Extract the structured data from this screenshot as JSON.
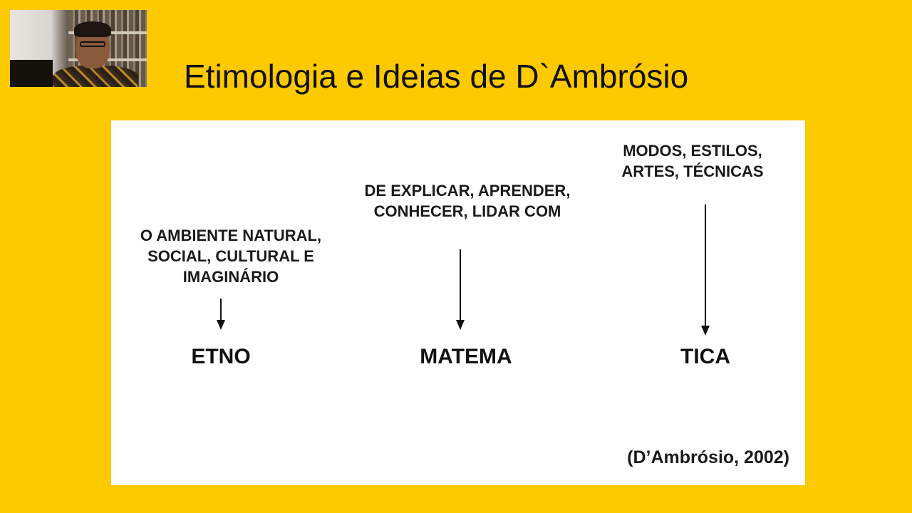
{
  "slide": {
    "title": "Etimologia e Ideias de D`Ambrósio",
    "background_color": "#fdc900",
    "card_color": "#ffffff"
  },
  "webcam": {
    "icon": "presenter-video-thumbnail"
  },
  "diagram": {
    "columns": [
      {
        "id": "etno",
        "description": "O AMBIENTE NATURAL,\nSOCIAL, CULTURAL E\nIMAGINÁRIO",
        "term": "ETNO"
      },
      {
        "id": "matema",
        "description": "DE EXPLICAR, APRENDER,\nCONHECER, LIDAR COM",
        "term": "MATEMA"
      },
      {
        "id": "tica",
        "description": "MODOS, ESTILOS,\nARTES, TÉCNICAS",
        "term": "TICA"
      }
    ],
    "citation": "(D’Ambrósio, 2002)",
    "arrow_icon": "down-arrow-icon"
  }
}
